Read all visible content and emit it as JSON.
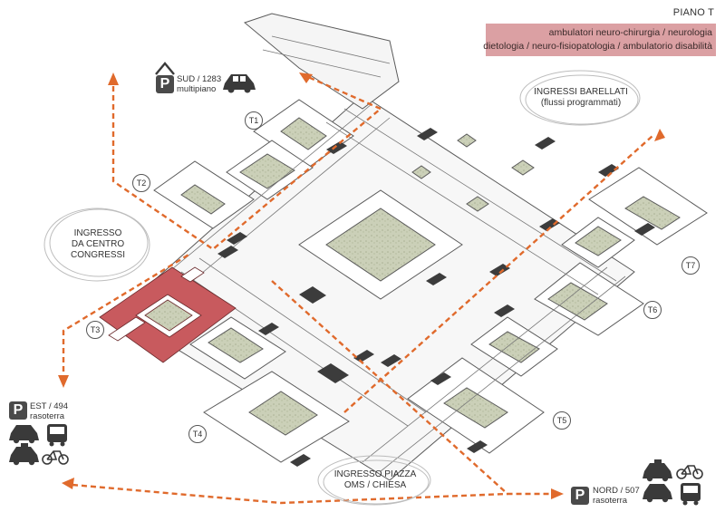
{
  "floor": {
    "title": "PIANO T"
  },
  "info": {
    "line1": "ambulatori neuro-chirurgia / neurologia",
    "line2": "dietologia / neuro-fisiopatologia / ambulatorio disabilità",
    "highlight_color": "#dba0a3"
  },
  "towers": [
    "T1",
    "T2",
    "T3",
    "T4",
    "T5",
    "T6",
    "T7"
  ],
  "entrances": {
    "barellati": {
      "line1": "INGRESSI BARELLATI",
      "line2": "(flussi programmati)"
    },
    "congressi": {
      "line1": "INGRESSO",
      "line2": "DA CENTRO",
      "line3": "CONGRESSI"
    },
    "piazza": {
      "line1": "INGRESSO PIAZZA",
      "line2": "OMS / CHIESA"
    }
  },
  "parking": {
    "sud": {
      "icon": "P",
      "line1": "SUD / 1283",
      "line2": "multipiano",
      "modes": [
        "car-icon"
      ]
    },
    "est": {
      "icon": "P",
      "line1": "EST / 494",
      "line2": "rasoterra",
      "modes": [
        "bus-icon",
        "car-icon",
        "taxi-icon",
        "bicycle-icon"
      ]
    },
    "nord": {
      "icon": "P",
      "line1": "NORD / 507",
      "line2": "rasoterra",
      "modes": [
        "taxi-icon",
        "bicycle-icon",
        "car-icon",
        "bus-icon"
      ]
    }
  },
  "colors": {
    "route": "#e06a2c",
    "courtyard": "#c6ccb2",
    "highlight_block": "#c85a5e",
    "wall": "#555555"
  }
}
